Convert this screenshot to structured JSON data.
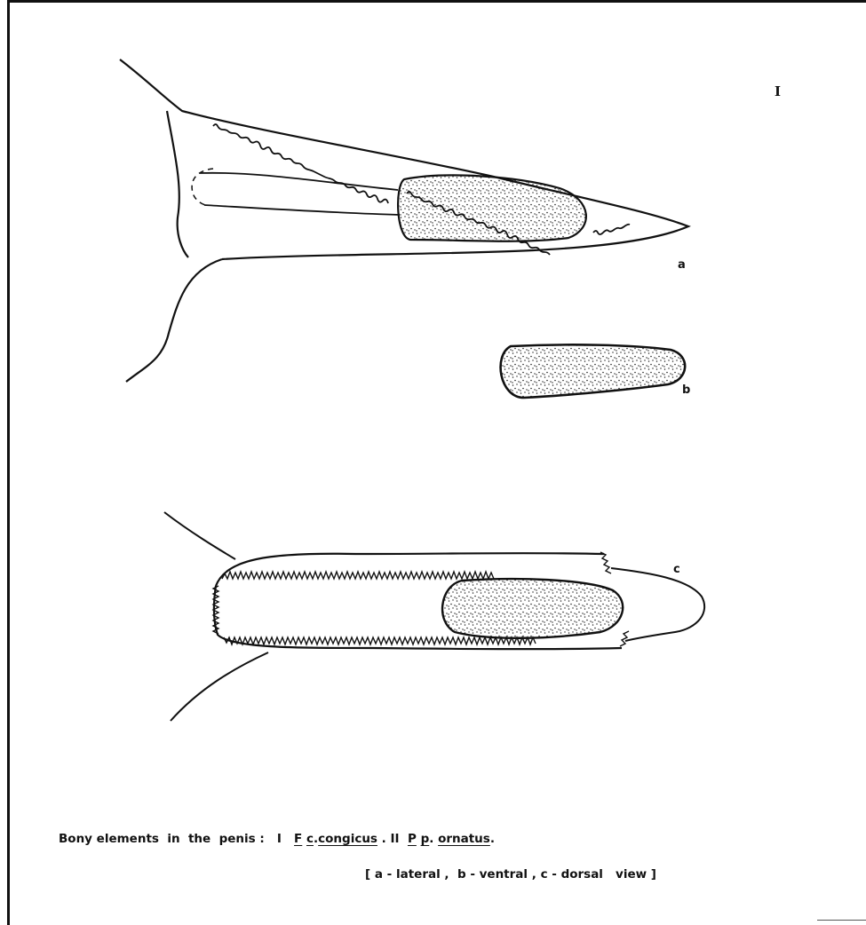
{
  "panel_id": "I",
  "labels": {
    "a": "a",
    "b": "b",
    "c": "c"
  },
  "caption": {
    "lead": "Bony elements  in  the  penis :",
    "num1": "I",
    "sp1a": "F",
    "sp1b": "c",
    "sp1c": "congicus",
    "num2": "II",
    "sp2a": "P",
    "sp2b": "p",
    "sp2c": "ornatus",
    "views": "[ a - lateral ,  b - ventral , c - dorsal   view ]"
  }
}
